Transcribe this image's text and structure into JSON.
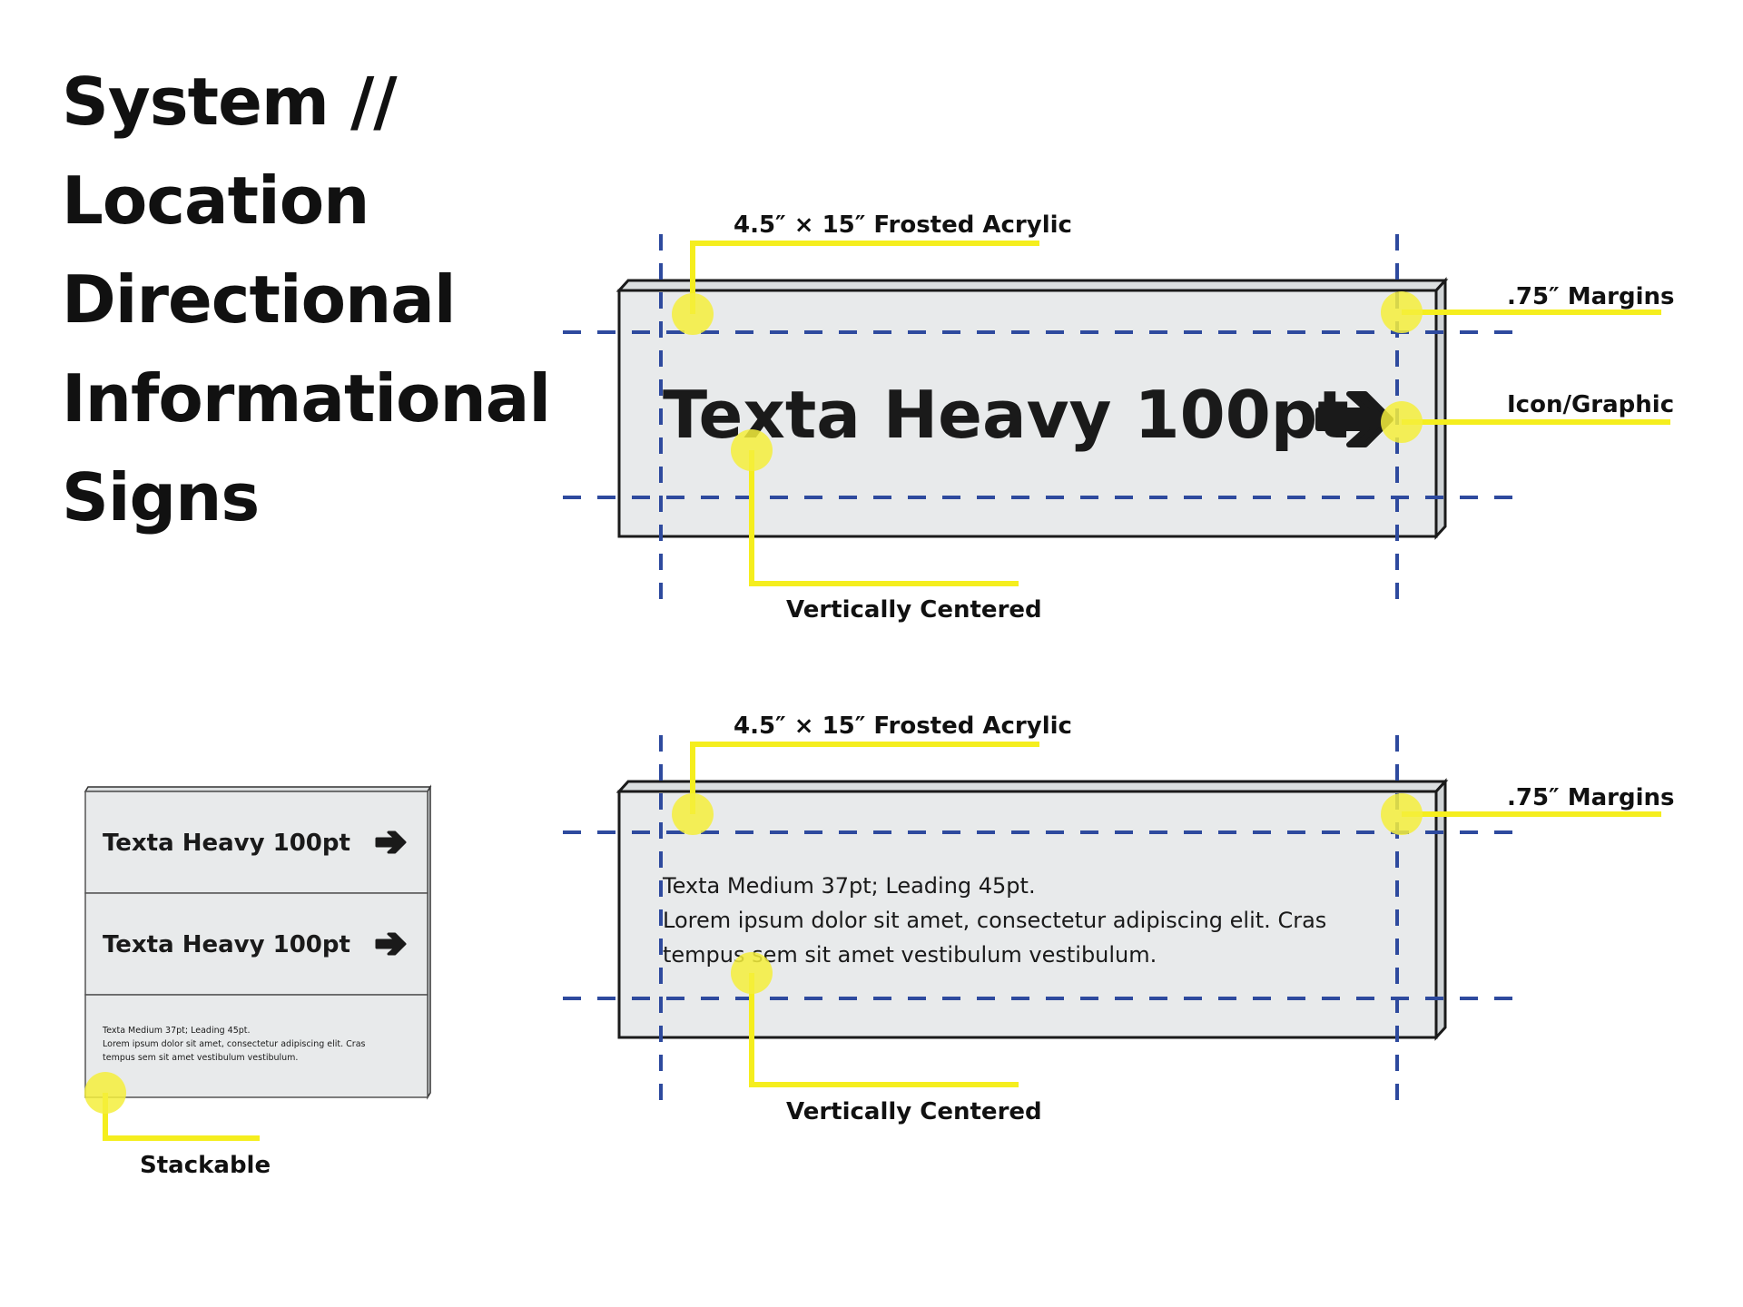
{
  "title": {
    "lines": [
      "System //",
      "Location",
      "Directional",
      "Informational",
      "Signs"
    ]
  },
  "colors": {
    "highlight": "#f5ee1e",
    "highlight_dot": "#f4ee3c",
    "guide": "#2e4a9e",
    "panel": "#e8eaeb",
    "ink": "#1a1a1a"
  },
  "icons": {
    "direction": "arrow-right-icon"
  },
  "sign_single_line": {
    "callout_size": "4.5″ × 15″ Frosted Acrylic",
    "callout_margins": ".75″ Margins",
    "callout_icon": "Icon/Graphic",
    "callout_centered": "Vertically Centered",
    "panel_text": "Texta Heavy 100pt"
  },
  "sign_paragraph": {
    "callout_size": "4.5″ × 15″ Frosted Acrylic",
    "callout_margins": ".75″ Margins",
    "callout_centered": "Vertically Centered",
    "body_lines": [
      "Texta Medium 37pt; Leading 45pt.",
      "Lorem ipsum dolor sit amet, consectetur adipiscing elit. Cras",
      "tempus sem sit amet vestibulum vestibulum."
    ]
  },
  "stack": {
    "row1_text": "Texta Heavy 100pt",
    "row2_text": "Texta Heavy 100pt",
    "row3_lines": [
      "Texta Medium 37pt; Leading 45pt.",
      "Lorem ipsum dolor sit amet, consectetur adipiscing elit. Cras",
      "tempus sem sit amet vestibulum vestibulum."
    ],
    "callout": "Stackable"
  }
}
